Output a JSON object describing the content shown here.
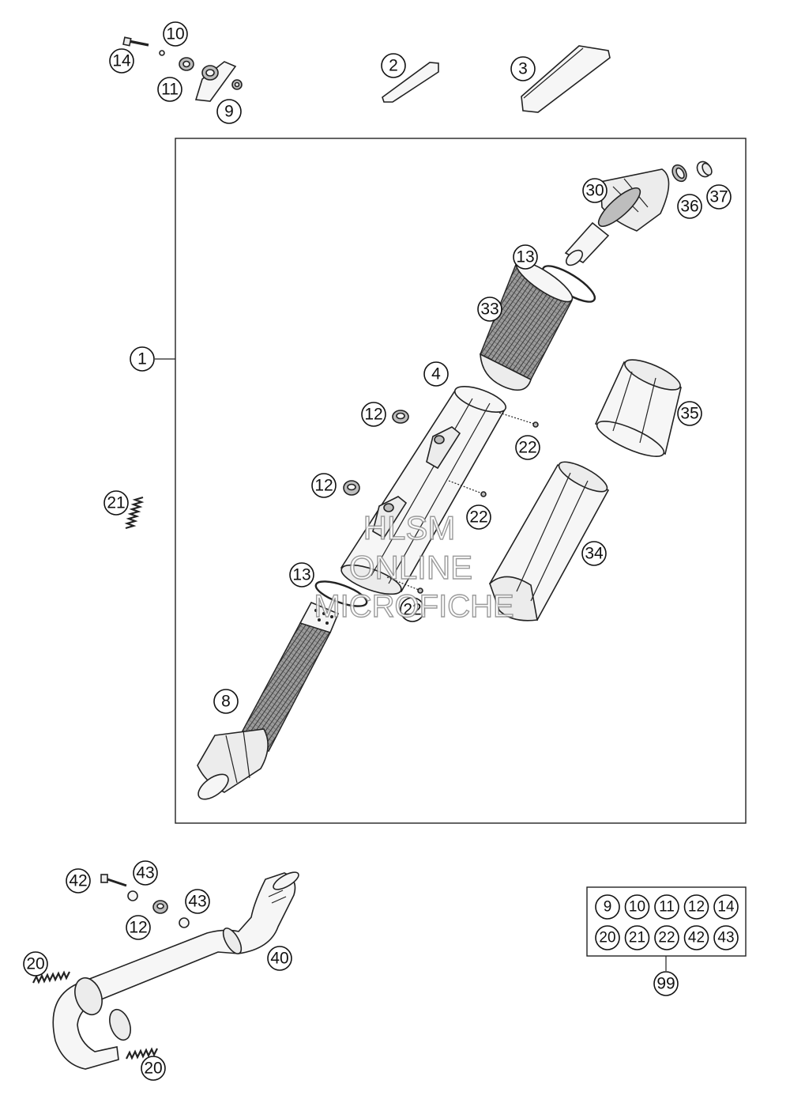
{
  "callouts": {
    "c14a": "14",
    "c10": "10",
    "c11": "11",
    "c9": "9",
    "c2": "2",
    "c3": "3",
    "c1": "1",
    "c21a": "21",
    "c30": "30",
    "c36": "36",
    "c37": "37",
    "c13a": "13",
    "c33": "33",
    "c4": "4",
    "c35": "35",
    "c12a": "12",
    "c22a": "22",
    "c12b": "12",
    "c22b": "22",
    "c34": "34",
    "c13b": "13",
    "c22c": "22",
    "c8": "8",
    "c42": "42",
    "c43a": "43",
    "c12c": "12",
    "c43b": "43",
    "c40": "40",
    "c20a": "20",
    "c20b": "20",
    "c99": "99"
  },
  "kit": {
    "row1": [
      "9",
      "10",
      "11",
      "12",
      "14"
    ],
    "row2": [
      "20",
      "21",
      "22",
      "42",
      "43"
    ]
  },
  "watermark": {
    "line1": "HLSM",
    "line2": "ONLINE",
    "line3": "MICROFICHE"
  }
}
